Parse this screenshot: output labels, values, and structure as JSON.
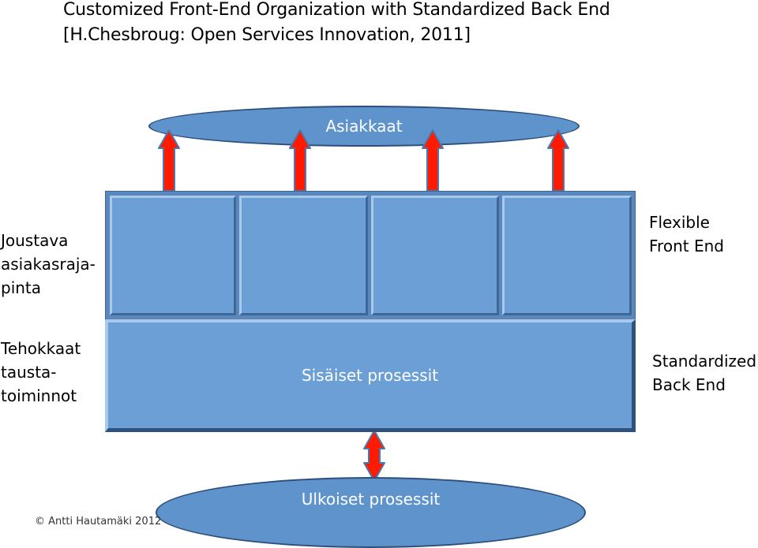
{
  "title": {
    "line1": "Customized Front-End Organization with Standardized  Back End",
    "line2": "[H.Chesbroug: Open Services Innovation, 2011]"
  },
  "customers": {
    "label": "Asiakkaat"
  },
  "front_end": {
    "left_label": [
      "Joustava",
      "asiakasraja-",
      "pinta"
    ],
    "right_label": [
      "Flexible",
      "Front End"
    ],
    "module_count": 4
  },
  "back_end": {
    "center_label": "Sisäiset prosessit",
    "left_label": [
      "Tehokkaat",
      "tausta-",
      "toiminnot"
    ],
    "right_label": [
      "Standardized",
      "Back End"
    ]
  },
  "external": {
    "label": "Ulkoiset prosessit"
  },
  "footer": {
    "copyright": "© Antti Hautamäki 2012"
  },
  "colors": {
    "shape_fill": "#6b9fd6",
    "arrow_red": "#ff1a00",
    "arrow_outline": "#4a78b0"
  }
}
